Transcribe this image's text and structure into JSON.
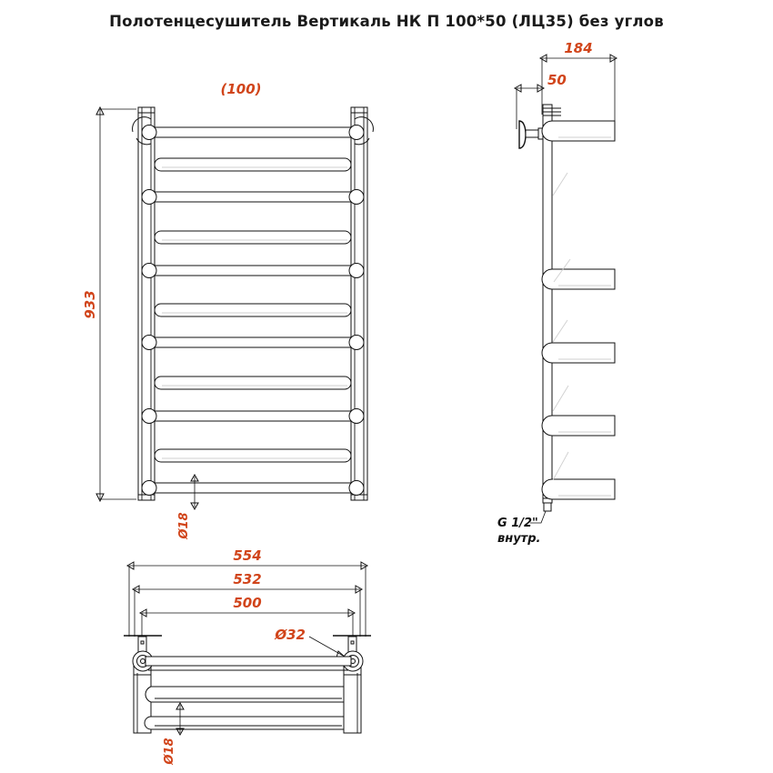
{
  "title": "Полотенцесушитель Вертикаль НК П 100*50 (ЛЦ35) без углов",
  "views": {
    "front": {
      "name": "front-view",
      "width_label": "(100)",
      "height_label": "933",
      "tube_label": "Ø18"
    },
    "side": {
      "name": "side-view",
      "depth_label": "184",
      "offset_label": "50",
      "thread_label_line1": "G 1/2\"",
      "thread_label_line2": "внутр."
    },
    "top": {
      "name": "top-view",
      "overall_label": "554",
      "mid_label": "532",
      "inner_label": "500",
      "collar_label": "Ø32",
      "tube_label": "Ø18"
    }
  },
  "colors": {
    "dimension": "#d1451b",
    "line": "#111111",
    "background": "#ffffff",
    "faint": "#cfcfcf"
  },
  "dimensions_list": [
    {
      "label": "(100)",
      "view": "front"
    },
    {
      "label": "933",
      "view": "front"
    },
    {
      "label": "Ø18",
      "view": "front"
    },
    {
      "label": "184",
      "view": "side"
    },
    {
      "label": "50",
      "view": "side"
    },
    {
      "label": "G 1/2\" внутр.",
      "view": "side"
    },
    {
      "label": "554",
      "view": "top"
    },
    {
      "label": "532",
      "view": "top"
    },
    {
      "label": "500",
      "view": "top"
    },
    {
      "label": "Ø32",
      "view": "top"
    },
    {
      "label": "Ø18",
      "view": "top"
    }
  ]
}
